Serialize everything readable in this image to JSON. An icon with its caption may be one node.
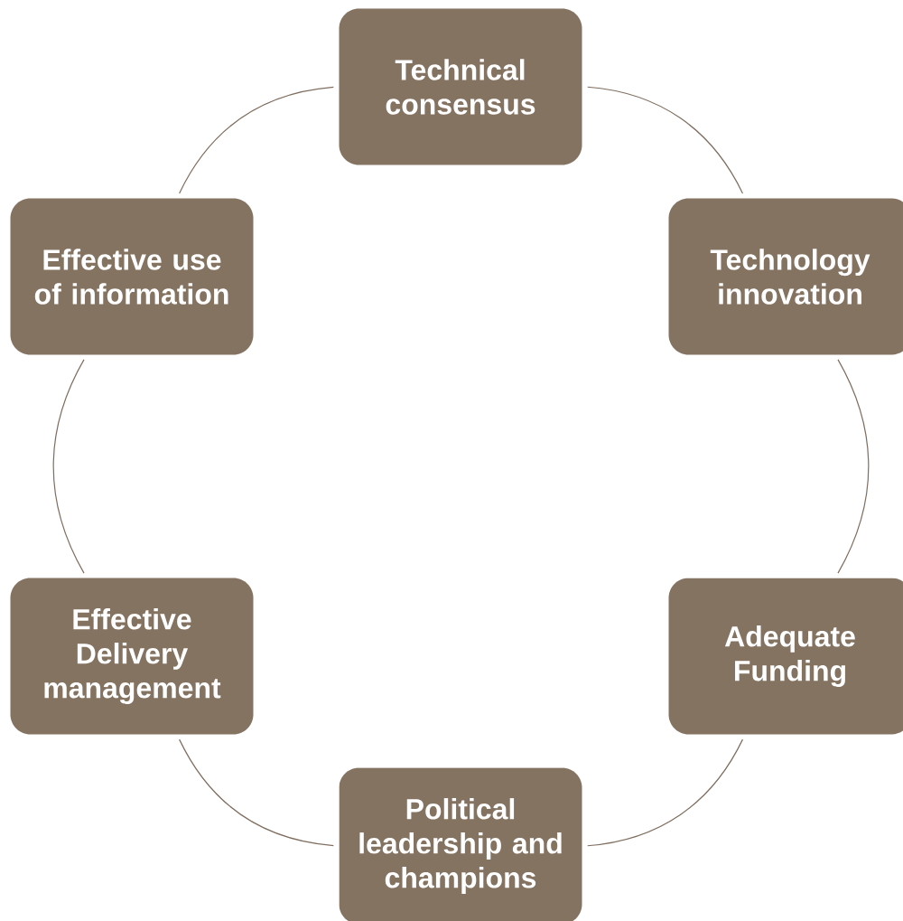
{
  "diagram": {
    "nodes": [
      {
        "text": [
          "Technical consensus"
        ]
      },
      {
        "text": [
          "Technology innovation"
        ]
      },
      {
        "text": [
          "Adequate Funding"
        ]
      },
      {
        "text": [
          "Political leadership and champions"
        ]
      },
      {
        "text": [
          "Effective Delivery management"
        ]
      },
      {
        "text": [
          "Effective use of information"
        ]
      }
    ],
    "edges": [
      {
        "from": 0,
        "to": 1,
        "arrow": "none"
      },
      {
        "from": 1,
        "to": 2,
        "arrow": "none"
      },
      {
        "from": 2,
        "to": 3,
        "arrow": "none"
      },
      {
        "from": 3,
        "to": 4,
        "arrow": "none"
      },
      {
        "from": 4,
        "to": 5,
        "arrow": "none"
      },
      {
        "from": 5,
        "to": 0,
        "arrow": "none"
      }
    ]
  }
}
